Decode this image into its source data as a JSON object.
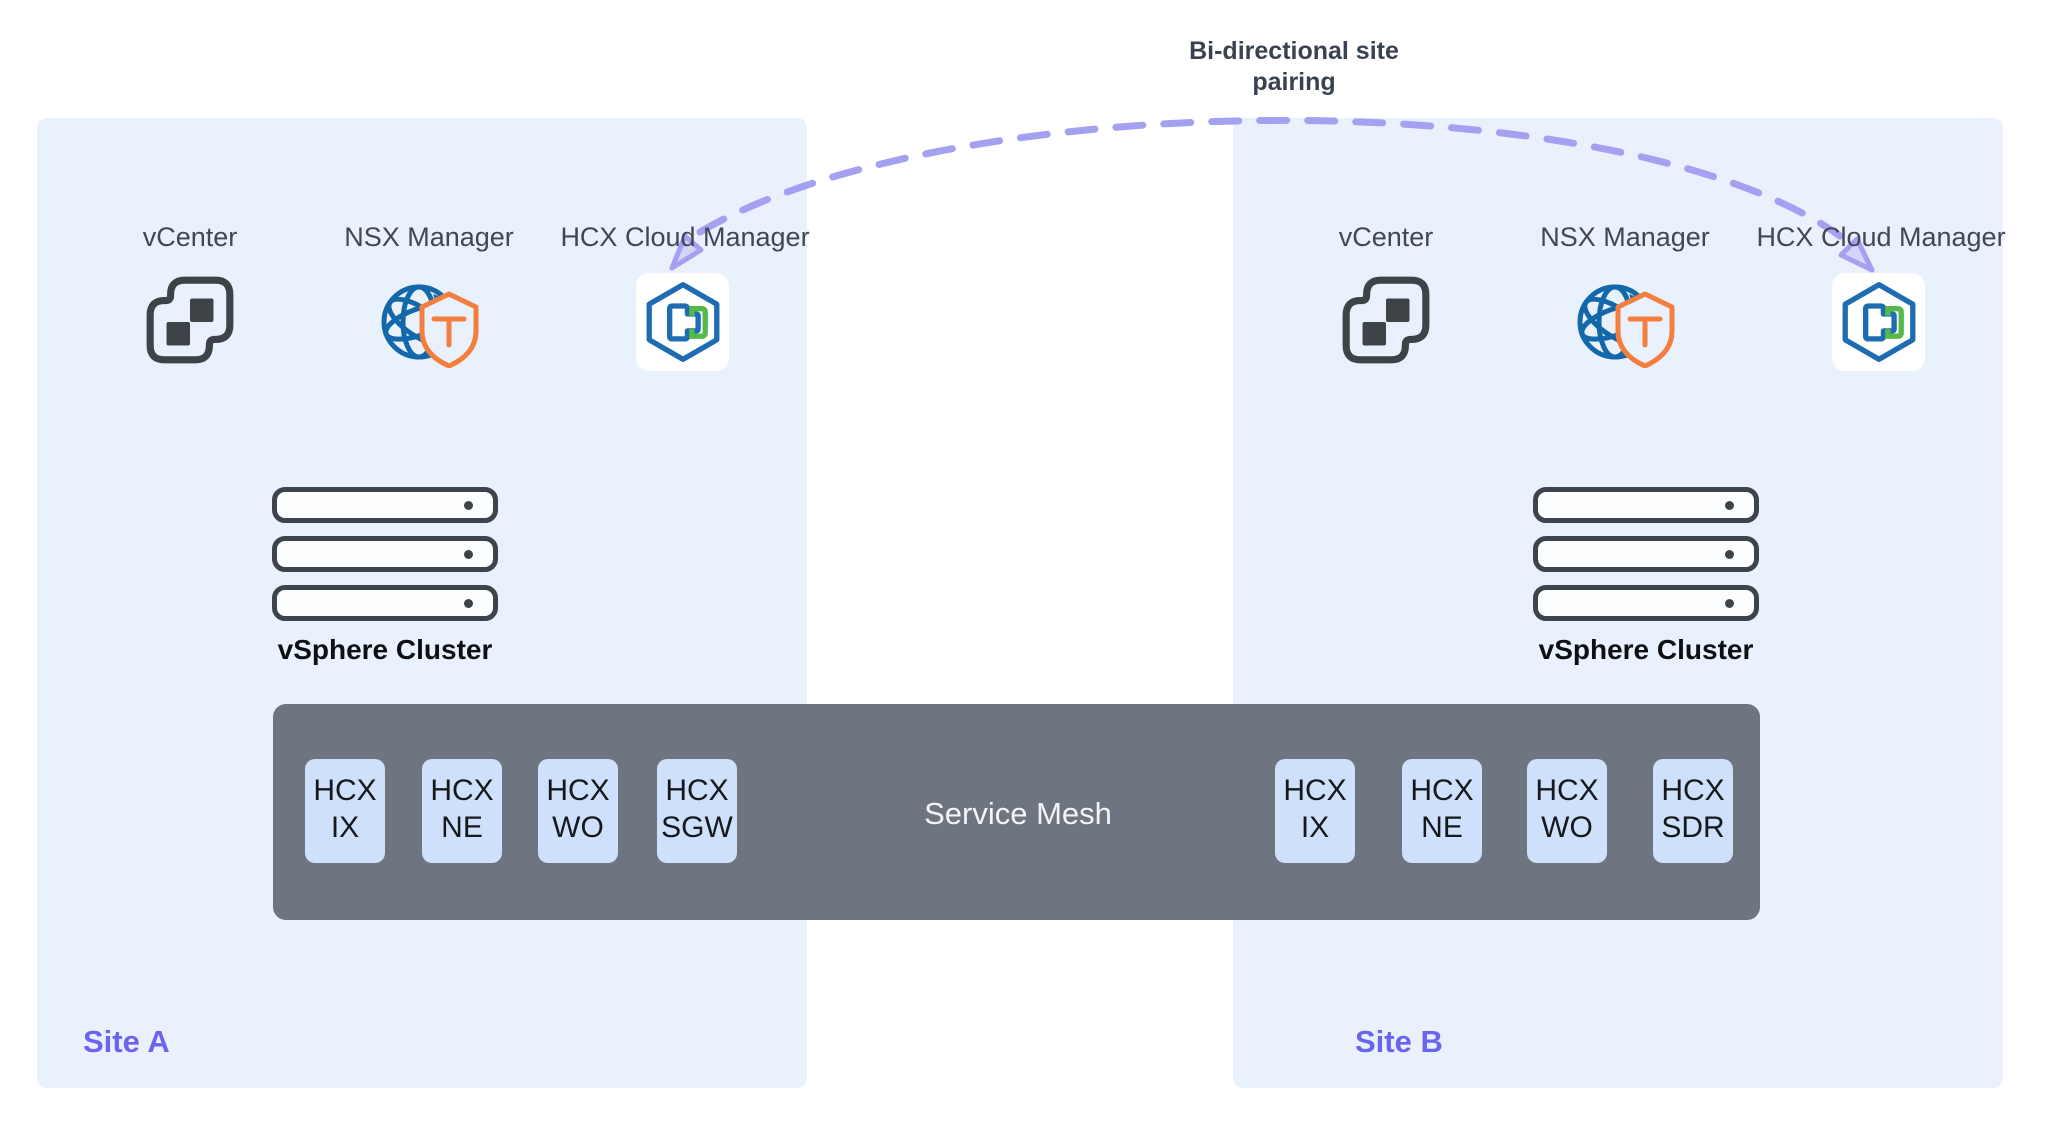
{
  "connection": {
    "label": "Bi-directional site pairing"
  },
  "service_mesh": {
    "label": "Service Mesh"
  },
  "site_a": {
    "name": "Site A",
    "managers": [
      {
        "label": "vCenter"
      },
      {
        "label": "NSX Manager"
      },
      {
        "label": "HCX Cloud Manager"
      }
    ],
    "cluster_label": "vSphere Cluster",
    "appliances": [
      {
        "line1": "HCX",
        "line2": "IX"
      },
      {
        "line1": "HCX",
        "line2": "NE"
      },
      {
        "line1": "HCX",
        "line2": "WO"
      },
      {
        "line1": "HCX",
        "line2": "SGW"
      }
    ]
  },
  "site_b": {
    "name": "Site B",
    "managers": [
      {
        "label": "vCenter"
      },
      {
        "label": "NSX Manager"
      },
      {
        "label": "HCX Cloud Manager"
      }
    ],
    "cluster_label": "vSphere Cluster",
    "appliances": [
      {
        "line1": "HCX",
        "line2": "IX"
      },
      {
        "line1": "HCX",
        "line2": "NE"
      },
      {
        "line1": "HCX",
        "line2": "WO"
      },
      {
        "line1": "HCX",
        "line2": "SDR"
      }
    ]
  },
  "colors": {
    "panel_bg": "#E9F1FD",
    "site_label": "#6C63F0",
    "mesh_bg": "#6E7480",
    "appliance_bg": "#CFE0FA",
    "pairing_line": "#A5A1F1",
    "title_text": "#3A4250",
    "manager_label_text": "#3F4854",
    "vcenter_icon": "#3E4347",
    "nsx_blue": "#1268A9",
    "nsx_orange": "#F47E3D",
    "hcx_blue": "#1E6CB2",
    "hcx_green": "#54B948"
  }
}
